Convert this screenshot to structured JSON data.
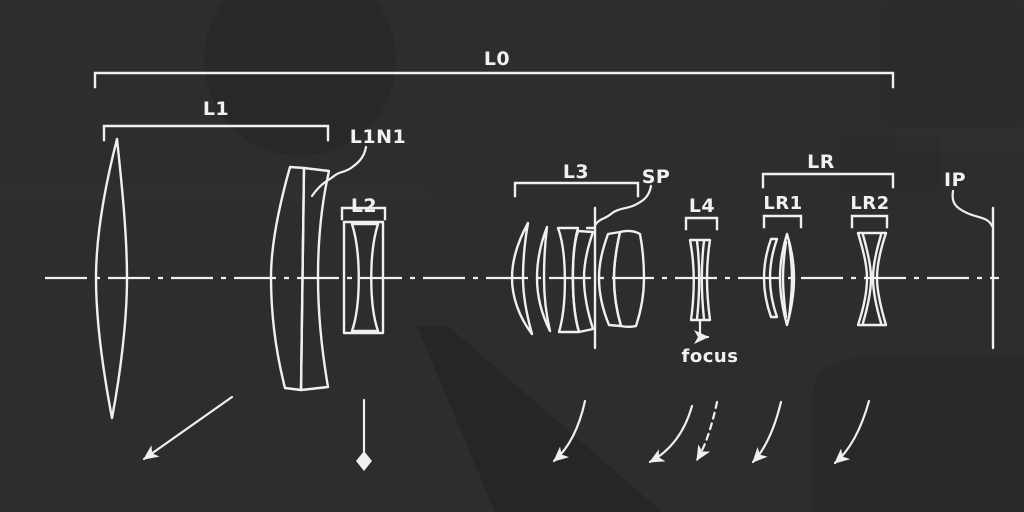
{
  "figure": {
    "labels": {
      "l0": "L0",
      "l1": "L1",
      "l1n1": "L1N1",
      "l2": "L2",
      "l3": "L3",
      "sp": "SP",
      "l4": "L4",
      "lr": "LR",
      "lr1": "LR1",
      "lr2": "LR2",
      "ip": "IP",
      "focus": "focus"
    },
    "colors": {
      "background": "#2d2d2d",
      "line": "#f0f0f0",
      "watermark_dark": "#272727",
      "watermark_light": "#313131"
    }
  }
}
